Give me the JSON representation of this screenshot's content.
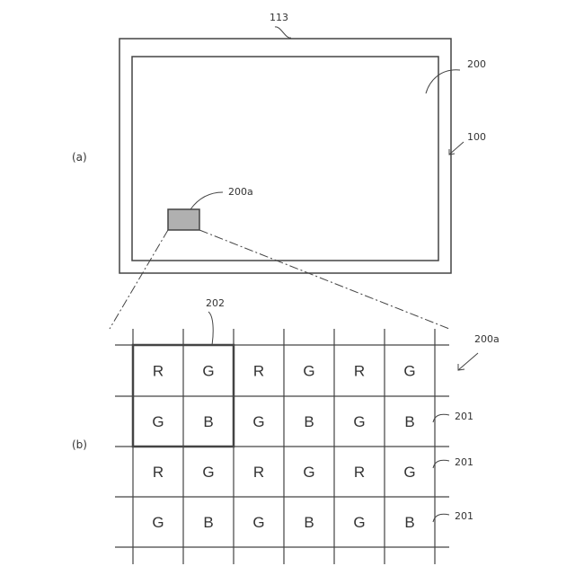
{
  "figure_a": {
    "label": "(a)",
    "ref_113": "113",
    "ref_200": "200",
    "ref_100": "100",
    "ref_200a": "200a"
  },
  "figure_b": {
    "label": "(b)",
    "ref_202": "202",
    "ref_200a": "200a",
    "row_refs": [
      "201",
      "201",
      "201"
    ],
    "grid": [
      [
        "R",
        "G",
        "R",
        "G",
        "R",
        "G"
      ],
      [
        "G",
        "B",
        "G",
        "B",
        "G",
        "B"
      ],
      [
        "R",
        "G",
        "R",
        "G",
        "R",
        "G"
      ],
      [
        "G",
        "B",
        "G",
        "B",
        "G",
        "B"
      ]
    ]
  },
  "colors": {
    "line": "#444444",
    "subpixel_fill": "#b0b0b0"
  }
}
